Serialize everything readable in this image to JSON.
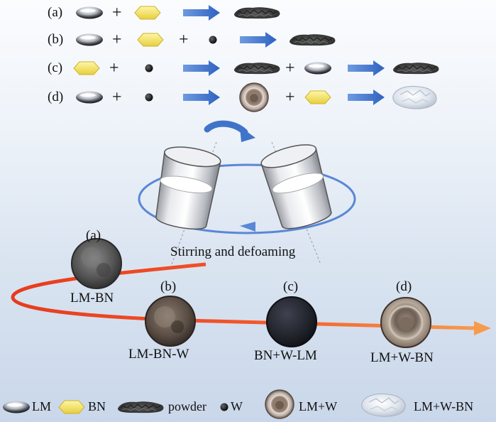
{
  "rows": [
    {
      "label": "(a)"
    },
    {
      "label": "(b)"
    },
    {
      "label": "(c)"
    },
    {
      "label": "(d)"
    }
  ],
  "plus_sign": "+",
  "process_label": "Stirring and defoaming",
  "samples": [
    {
      "letter": "(a)",
      "name": "LM-BN"
    },
    {
      "letter": "(b)",
      "name": "LM-BN-W"
    },
    {
      "letter": "(c)",
      "name": "BN+W-LM"
    },
    {
      "letter": "(d)",
      "name": "LM+W-BN"
    }
  ],
  "legend": {
    "lm": "LM",
    "bn": "BN",
    "powder": "powder",
    "w": "W",
    "lmw": "LM+W",
    "lmwbn": "LM+W-BN"
  },
  "colors": {
    "arrow_blue": "#3f74c9",
    "bn_yellow": "#f4e36b",
    "ring_blue": "#5a87d6",
    "curve_orange": "#f27a2e"
  }
}
